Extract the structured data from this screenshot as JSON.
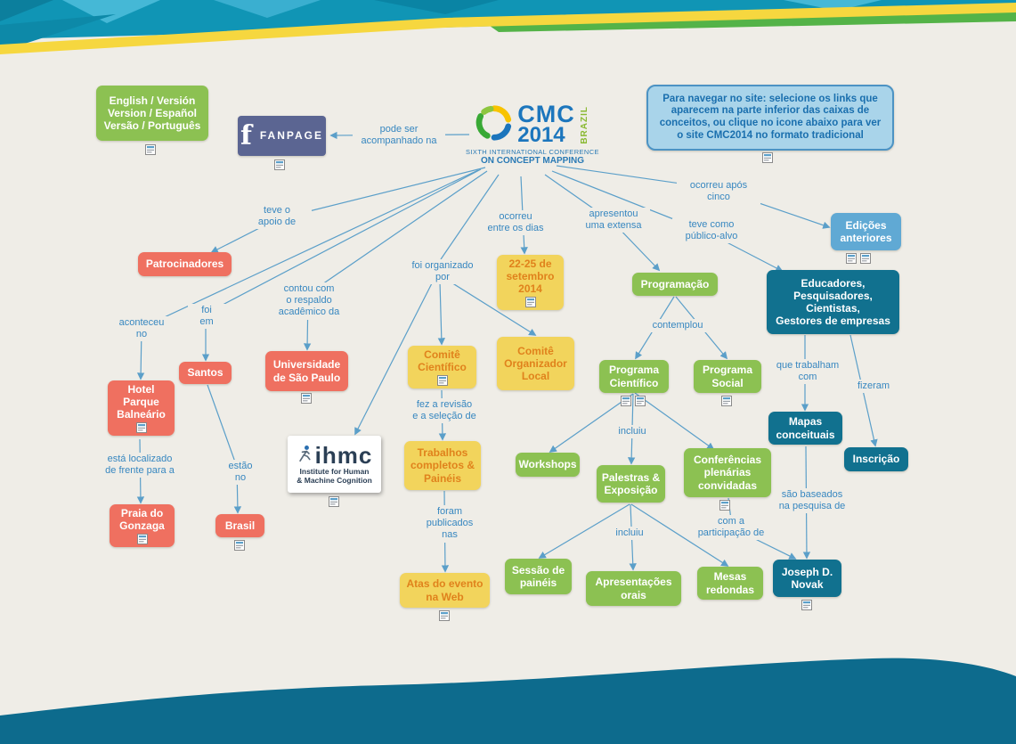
{
  "logo": {
    "cmc": "CMC",
    "year": "2014",
    "brazil": "BRAZIL",
    "sub1": "SIXTH INTERNATIONAL CONFERENCE",
    "sub2": "ON CONCEPT MAPPING"
  },
  "nodes": {
    "language": "English / Versión\nVersion / Español\nVersão / Português",
    "fanpage": "FANPAGE",
    "info": "Para navegar no site: selecione os links que aparecem na parte inferior das caixas de conceitos, ou clique no icone abaixo para ver o site CMC2014 no formato tradicional",
    "patrocinadores": "Patrocinadores",
    "edicoes": "Edições\nanteriores",
    "datas": "22-25 de\nsetembro\n2014",
    "programacao": "Programação",
    "educadores": "Educadores,\nPesquisadores,\nCientistas,\nGestores de empresas",
    "santos": "Santos",
    "usp": "Universidade\nde São Paulo",
    "hotel": "Hotel\nParque\nBalneário",
    "comite_cientifico": "Comitê\nCientífico",
    "comite_local": "Comitê\nOrganizador\nLocal",
    "prog_cientifico": "Programa\nCientífico",
    "prog_social": "Programa\nSocial",
    "mapas": "Mapas\nconceituais",
    "inscricao": "Inscrição",
    "trabalhos": "Trabalhos\ncompletos &\nPainéis",
    "ihmc_name": "ihmc",
    "ihmc_sub": "Institute for Human\n& Machine Cognition",
    "workshops": "Workshops",
    "palestras": "Palestras &\nExposição",
    "conferencias": "Conferências\nplenárias\nconvidadas",
    "praia": "Praia do\nGonzaga",
    "brasil": "Brasil",
    "atas": "Atas do evento\nna Web",
    "sessao": "Sessão de\npainéis",
    "apresentacoes": "Apresentações\norais",
    "mesas": "Mesas\nredondas",
    "novak": "Joseph D.\nNovak"
  },
  "links": {
    "pode_ser": "pode ser\nacompanhado na",
    "teve_apoio": "teve o\napoio de",
    "aconteceu": "aconteceu\nno",
    "foi_em": "foi\nem",
    "contou": "contou com\no respaldo\nacadêmico da",
    "organizado": "foi organizado\npor",
    "ocorreu_dias": "ocorreu\nentre os dias",
    "apresentou": "apresentou\numa extensa",
    "teve_publico": "teve como\npúblico-alvo",
    "ocorreu_apos": "ocorreu após\ncinco",
    "contemplou": "contemplou",
    "trabalham": "que trabalham\ncom",
    "fizeram": "fizeram",
    "fez_revisao": "fez a revisão\ne a seleção de",
    "incluiu1": "incluiu",
    "incluiu2": "incluiu",
    "com_participacao": "com a\nparticipação de",
    "sao_baseados": "são baseados\nna pesquisa de",
    "esta_localizado": "está localizado\nde frente para a",
    "estao_no": "estão\nno",
    "foram_publicados": "foram\npublicados\nnas"
  },
  "colors": {
    "green": "#8cc152",
    "red": "#ef7060",
    "yellow": "#f2d45c",
    "teal": "#11718f",
    "blue": "#60a9d4",
    "line": "#5b9fc9",
    "background": "#efede7",
    "wave": "#0d6b8d"
  }
}
